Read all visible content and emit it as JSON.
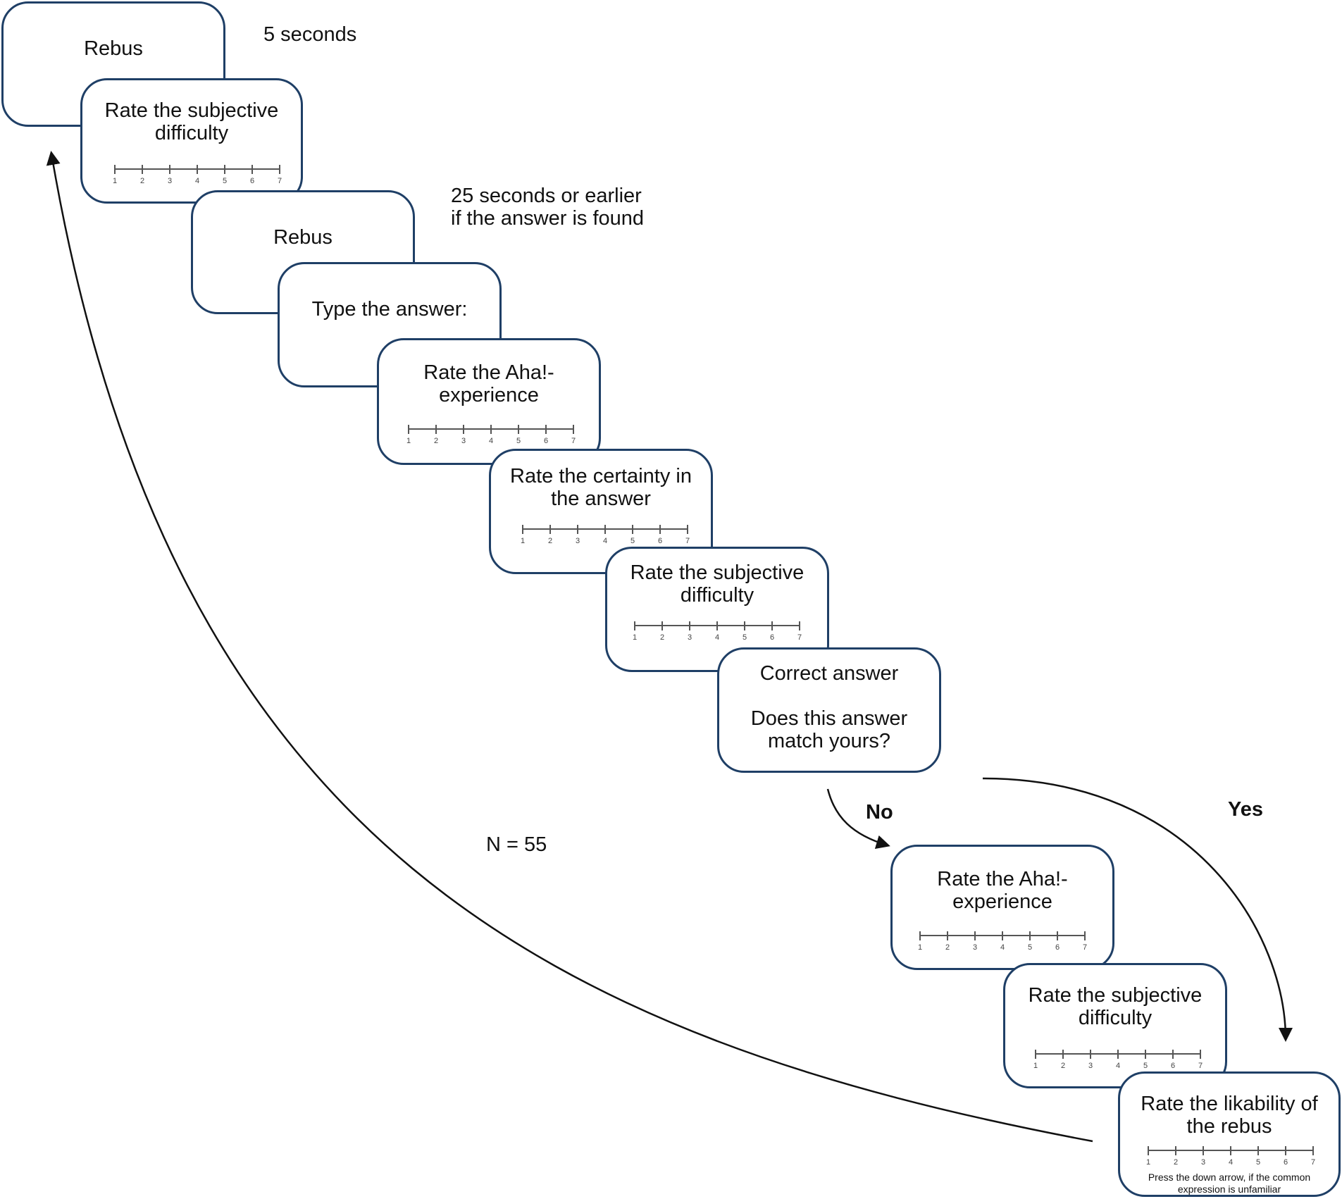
{
  "cards": [
    {
      "id": "rebus-1",
      "text": "Rebus",
      "scale": false
    },
    {
      "id": "difficulty-1",
      "text": "Rate the subjective\ndifficulty",
      "scale": true
    },
    {
      "id": "rebus-2",
      "text": "Rebus",
      "scale": false
    },
    {
      "id": "type-answer",
      "text": "Type the answer:",
      "scale": false
    },
    {
      "id": "aha-1",
      "text": "Rate the Aha!-\nexperience",
      "scale": true
    },
    {
      "id": "certainty",
      "text": "Rate the certainty in\nthe answer",
      "scale": true
    },
    {
      "id": "difficulty-2",
      "text": "Rate the subjective\ndifficulty",
      "scale": true
    },
    {
      "id": "correct-answer",
      "text": "Correct answer\n\nDoes this answer\nmatch yours?",
      "scale": false
    },
    {
      "id": "aha-2",
      "text": "Rate the Aha!-\nexperience",
      "scale": true
    },
    {
      "id": "difficulty-3",
      "text": "Rate the subjective\ndifficulty",
      "scale": true
    },
    {
      "id": "likability",
      "text": "Rate the likability of\nthe rebus",
      "scale": true,
      "footnote": "Press the down arrow, if the common\nexpression is unfamiliar"
    }
  ],
  "scale_labels": [
    "1",
    "2",
    "3",
    "4",
    "5",
    "6",
    "7"
  ],
  "notes": {
    "timing_1": "5 seconds",
    "timing_2": "25 seconds or earlier\nif the answer is found",
    "no_label": "No",
    "yes_label": "Yes",
    "sample_size": "N = 55"
  },
  "colors": {
    "card_border": "#1f3f66",
    "arrow": "#111111"
  }
}
